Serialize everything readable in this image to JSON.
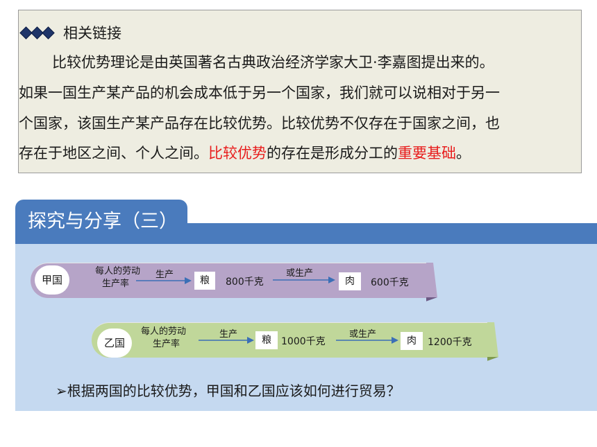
{
  "related_link": {
    "heading": "相关链接",
    "lines": [
      "比较优势理论是由英国著名古典政治经济学家大卫·李嘉图提出来的。",
      "如果一国生产某产品的机会成本低于另一个国家，我们就可以说相对于另一",
      "个国家，该国生产某产品存在比较优势。比较优势不仅存在于国家之间，也"
    ],
    "last_line": {
      "prefix": "存在于地区之间、个人之间。",
      "red1": "比较优势",
      "middle": "的存在是形成分工的",
      "red2": "重要基础",
      "suffix": "。"
    }
  },
  "section": {
    "title": "探究与分享（三）"
  },
  "rows": [
    {
      "country": "甲国",
      "rate_line1": "每人的劳动",
      "rate_line2": "生产率",
      "produce_label": "生产",
      "good1": "粮",
      "qty1": "800千克",
      "or_label": "或生产",
      "good2": "肉",
      "qty2": "600千克"
    },
    {
      "country": "乙国",
      "rate_line1": "每人的劳动",
      "rate_line2": "生产率",
      "produce_label": "生产",
      "good1": "粮",
      "qty1": "1000千克",
      "or_label": "或生产",
      "good2": "肉",
      "qty2": "1200千克"
    }
  ],
  "question": "根据两国的比较优势，甲国和乙国应该如何进行贸易？",
  "colors": {
    "section_blue": "#4a7bbd",
    "panel_blue": "#c5d9f0",
    "ribbon_purple": "#b6a4c8",
    "ribbon_green": "#c0d79a",
    "highlight_red": "#e81c1c",
    "arrow_blue": "#3b6fb6"
  }
}
